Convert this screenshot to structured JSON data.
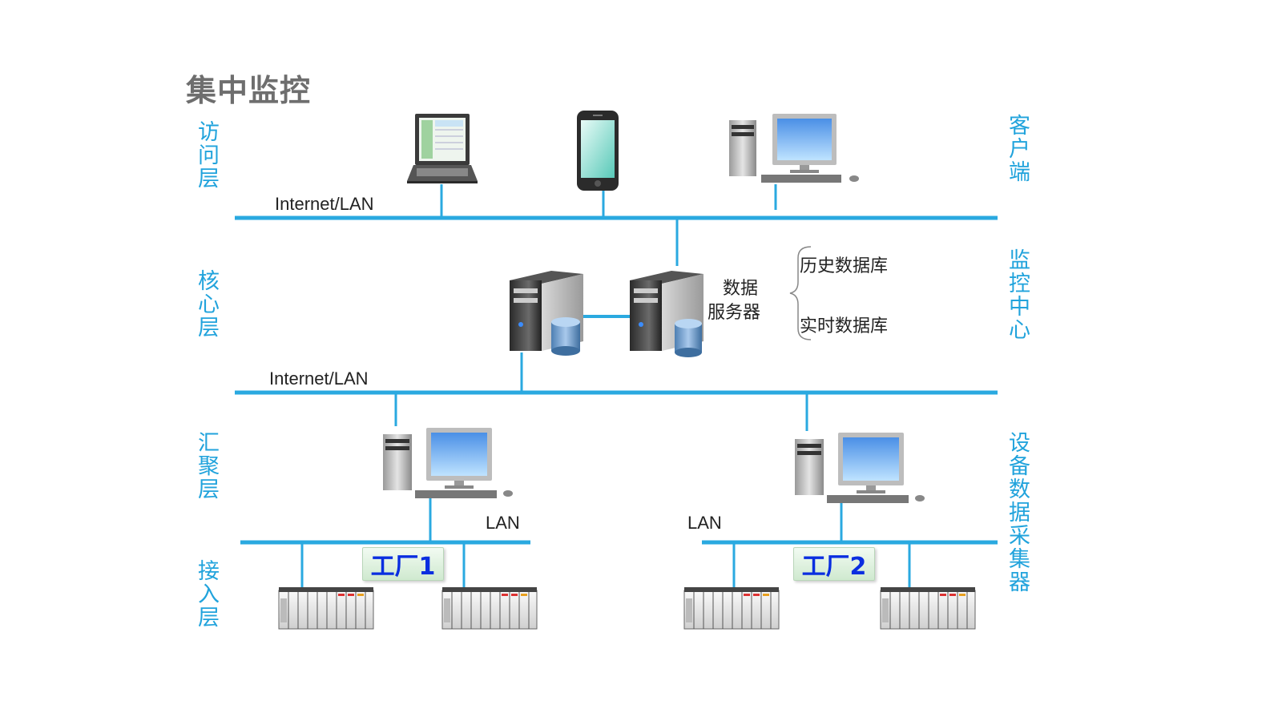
{
  "title": "集中监控",
  "layers_left": {
    "access": "访问层",
    "core": "核心层",
    "aggregation": "汇聚层",
    "ingress": "接入层"
  },
  "layers_right": {
    "client": "客户端",
    "monitor_center": "监控中心",
    "collector": "设备数据采集器"
  },
  "network_labels": {
    "top": "Internet/LAN",
    "middle": "Internet/LAN",
    "lan_left": "LAN",
    "lan_right": "LAN"
  },
  "data_server": {
    "line1": "数据",
    "line2": "服务器",
    "db_history": "历史数据库",
    "db_realtime": "实时数据库"
  },
  "factories": {
    "factory1": "工厂1",
    "factory2": "工厂2"
  },
  "colors": {
    "accent": "#21a3dc",
    "line": "#2aa9e0",
    "factory_text": "#0a2ee0"
  }
}
